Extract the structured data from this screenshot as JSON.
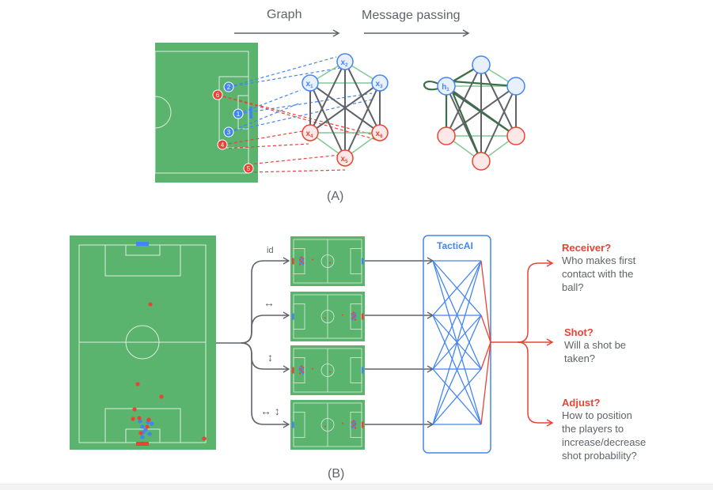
{
  "panel_a": {
    "header_graph": "Graph",
    "header_message_passing": "Message passing",
    "caption": "(A)",
    "players_blue": [
      {
        "number": "2"
      },
      {
        "number": "1"
      },
      {
        "number": "3"
      }
    ],
    "players_red": [
      {
        "number": "6"
      },
      {
        "number": "4"
      },
      {
        "number": "5"
      }
    ],
    "graph_nodes": [
      {
        "id": "x2",
        "label": "x",
        "sub": "2",
        "team": "blue"
      },
      {
        "id": "x1",
        "label": "x",
        "sub": "1",
        "team": "blue"
      },
      {
        "id": "x3",
        "label": "x",
        "sub": "3",
        "team": "blue"
      },
      {
        "id": "x4",
        "label": "x",
        "sub": "4",
        "team": "red"
      },
      {
        "id": "x6",
        "label": "x",
        "sub": "6",
        "team": "red"
      },
      {
        "id": "x5",
        "label": "x",
        "sub": "5",
        "team": "red"
      }
    ],
    "message_node": {
      "label": "h",
      "sub": "1"
    }
  },
  "panel_b": {
    "caption": "(B)",
    "transforms": [
      {
        "label": "id"
      },
      {
        "label": "↔"
      },
      {
        "label": "↕"
      },
      {
        "label": "↔ ↕"
      }
    ],
    "model_name": "TacticAI",
    "outputs": [
      {
        "title": "Receiver?",
        "lines": [
          "Who makes first",
          "contact with the",
          "ball?"
        ]
      },
      {
        "title": "Shot?",
        "lines": [
          "Will a shot be",
          "taken?"
        ]
      },
      {
        "title": "Adjust?",
        "lines": [
          "How to position",
          "the players to",
          "increase/decrease",
          "shot probability?"
        ]
      }
    ]
  },
  "colors": {
    "pitch": "#5bb46e",
    "blue": "#4285f4",
    "red": "#ea4335",
    "blue_fill": "#e8f0fe",
    "red_fill": "#fce8e6",
    "edge_gray": "#5f6368",
    "edge_green": "#81c995"
  }
}
